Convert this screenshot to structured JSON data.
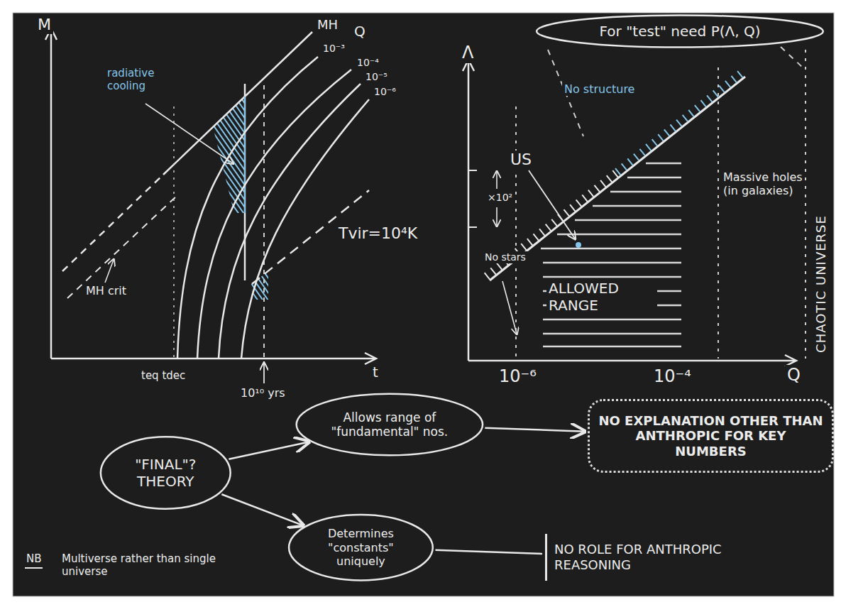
{
  "diagram": {
    "nodes": [
      {
        "text": [
          "For \"test\" need P(Λ, Q)"
        ]
      },
      {
        "text": [
          "\"FINAL\"? THEORY"
        ]
      },
      {
        "text": [
          "Allows range of \"fundamental\" nos."
        ]
      },
      {
        "text": [
          "NO EXPLANATION OTHER THAN ANTHROPIC FOR KEY NUMBERS"
        ]
      },
      {
        "text": [
          "Determines \"constants\" uniquely"
        ]
      },
      {
        "text": [
          "NO ROLE FOR ANTHROPIC REASONING"
        ]
      }
    ],
    "edges": [
      {
        "from": 1,
        "to": 2,
        "arrow": "to"
      },
      {
        "from": 2,
        "to": 3,
        "arrow": "to"
      },
      {
        "from": 1,
        "to": 4,
        "arrow": "to"
      },
      {
        "from": 4,
        "to": 5,
        "arrow": "none"
      }
    ],
    "labels": [
      "M",
      "MH",
      "radiative cooling",
      "10⁻³",
      "Q",
      "10⁻⁴",
      "10⁻⁵",
      "10⁻⁶",
      "Tvir=10⁴K",
      "MH crit",
      "teq tdec",
      "10¹⁰ yrs",
      "t",
      "Λ",
      "No structure",
      "US",
      "×10²",
      "No stars",
      "ALLOWED RANGE",
      "Massive holes (in galaxies)",
      "CHAOTIC UNIVERSE",
      "10⁻⁶",
      "10⁻⁴",
      "Q",
      "NB",
      "Multiverse rather than single universe"
    ]
  }
}
